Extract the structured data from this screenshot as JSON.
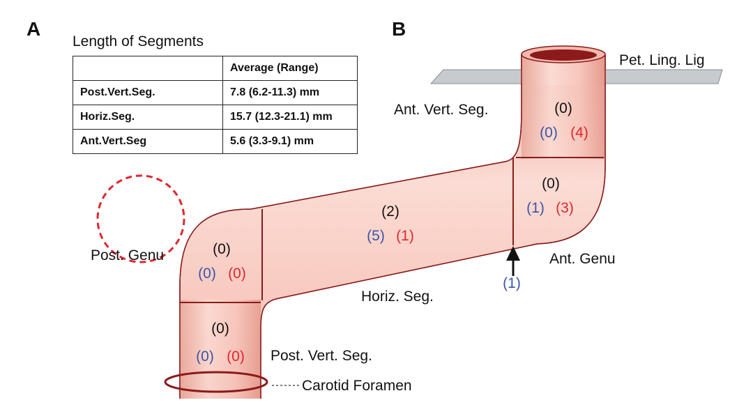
{
  "panels": {
    "a": "A",
    "b": "B"
  },
  "table": {
    "title": "Length of Segments",
    "header": [
      "",
      "Average (Range)"
    ],
    "rows": [
      {
        "segment": "Post.Vert.Seg.",
        "value": "7.8 (6.2-11.3) mm"
      },
      {
        "segment": "Horiz.Seg.",
        "value": "15.7 (12.3-21.1) mm"
      },
      {
        "segment": "Ant.Vert.Seg",
        "value": "5.6 (3.3-9.1) mm"
      }
    ]
  },
  "labels": {
    "pet_ling_lig": "Pet. Ling. Lig",
    "ant_vert_seg": "Ant. Vert. Seg.",
    "post_genu": "Post. Genu",
    "ant_genu": "Ant. Genu",
    "horiz_seg": "Horiz. Seg.",
    "post_vert_seg": "Post. Vert. Seg.",
    "carotid_foramen": "Carotid Foramen"
  },
  "counts": {
    "ant_vert_seg": {
      "black": "(0)",
      "blue": "(0)",
      "red": "(4)"
    },
    "ant_genu": {
      "black": "(0)",
      "blue": "(1)",
      "red": "(3)"
    },
    "horiz_seg": {
      "black": "(2)",
      "blue": "(5)",
      "red": "(1)"
    },
    "post_genu": {
      "black": "(0)",
      "blue": "(0)",
      "red": "(0)"
    },
    "post_vert_seg": {
      "black": "(0)",
      "blue": "(0)",
      "red": "(0)"
    },
    "arrow_count": "(1)"
  },
  "colors": {
    "vessel_fill": "#f7c9bf",
    "vessel_outline": "#8a1c1c",
    "lumen": "#8b1a1a",
    "blue_text": "#3a55a8",
    "red_text": "#e0262d",
    "dashed_circle": "#e0262d",
    "ligament": "#b8bcc0"
  }
}
